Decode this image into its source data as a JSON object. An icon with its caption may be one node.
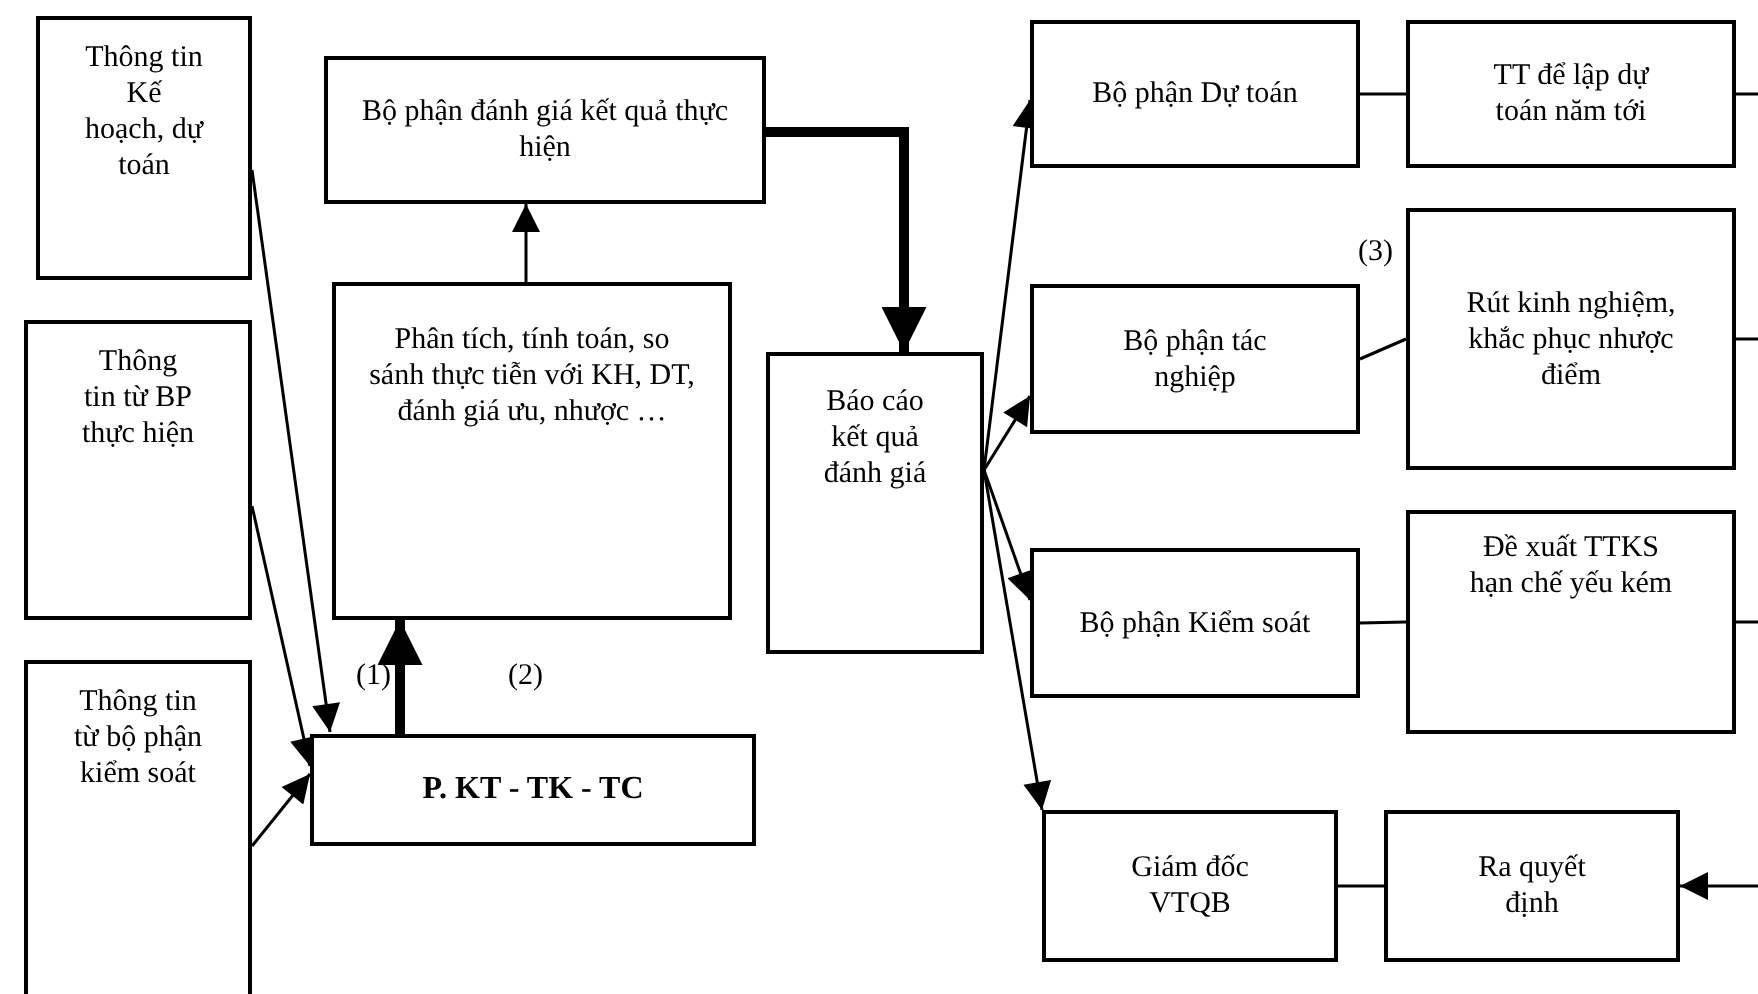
{
  "diagram": {
    "nodes": [
      {
        "text": [
          "Thông tin Kế hoạch, dự toán"
        ]
      },
      {
        "text": [
          "Thông tin từ BP thực hiện"
        ]
      },
      {
        "text": [
          "Thông tin từ bộ phận kiểm soát"
        ]
      },
      {
        "text": [
          "Bộ phận đánh giá kết quả thực hiện"
        ]
      },
      {
        "text": [
          "Phân tích, tính toán, so sánh thực tiễn với KH, DT, đánh giá ưu, nhược …"
        ]
      },
      {
        "text": [
          "P. KT - TK - TC"
        ]
      },
      {
        "text": [
          "Báo cáo kết quả đánh giá"
        ]
      },
      {
        "text": [
          "Bộ phận Dự toán"
        ]
      },
      {
        "text": [
          "Bộ phận tác nghiệp"
        ]
      },
      {
        "text": [
          "Bộ phận Kiểm soát"
        ]
      },
      {
        "text": [
          "Giám đốc VTQB"
        ]
      },
      {
        "text": [
          "TT để lập dự toán năm tới"
        ]
      },
      {
        "text": [
          "Rút kinh nghiệm, khắc phục nhược điểm"
        ]
      },
      {
        "text": [
          "Đề xuất TTKS hạn chế yếu kém"
        ]
      },
      {
        "text": [
          "Ra quyết định"
        ]
      }
    ],
    "edges": [
      {
        "from": 0,
        "to": 5,
        "arrow": "to"
      },
      {
        "from": 1,
        "to": 5,
        "arrow": "to"
      },
      {
        "from": 2,
        "to": 5,
        "arrow": "to"
      },
      {
        "from": 5,
        "to": 4,
        "arrow": "to",
        "style": "thick"
      },
      {
        "from": 4,
        "to": 3,
        "arrow": "to"
      },
      {
        "from": 3,
        "to": 6,
        "arrow": "to",
        "style": "thick"
      },
      {
        "from": 6,
        "to": 7,
        "arrow": "to"
      },
      {
        "from": 6,
        "to": 8,
        "arrow": "to"
      },
      {
        "from": 6,
        "to": 9,
        "arrow": "to"
      },
      {
        "from": 6,
        "to": 10,
        "arrow": "to"
      },
      {
        "from": 7,
        "to": 11,
        "arrow": "none"
      },
      {
        "from": 8,
        "to": 12,
        "arrow": "none"
      },
      {
        "from": 9,
        "to": 13,
        "arrow": "none"
      },
      {
        "from": 10,
        "to": 14,
        "arrow": "none"
      },
      {
        "from": 11,
        "to": null,
        "arrow": "none"
      },
      {
        "from": 12,
        "to": null,
        "arrow": "none"
      },
      {
        "from": 13,
        "to": null,
        "arrow": "none"
      },
      {
        "from": null,
        "to": 14,
        "arrow": "to"
      }
    ],
    "labels": [
      "(1)",
      "(2)",
      "(3)"
    ]
  }
}
